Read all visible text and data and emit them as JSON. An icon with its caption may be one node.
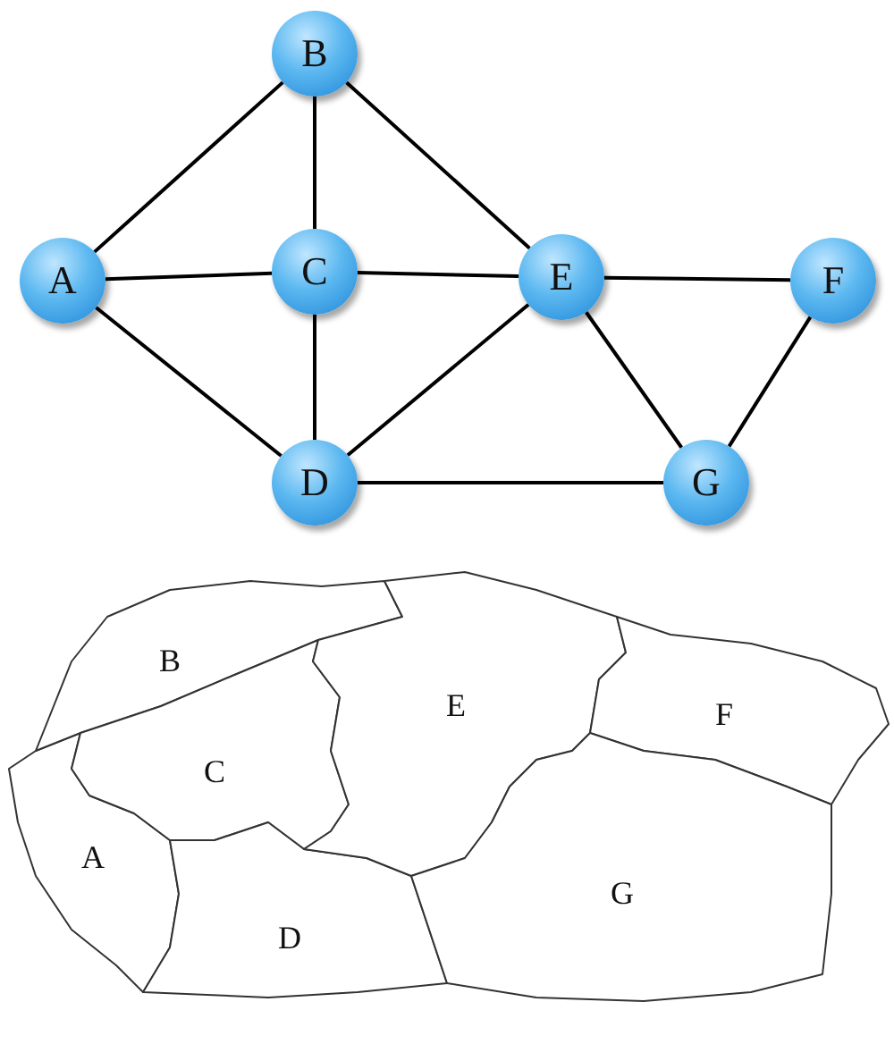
{
  "diagram": {
    "nodes": [
      {
        "text": [
          "A"
        ]
      },
      {
        "text": [
          "B"
        ]
      },
      {
        "text": [
          "C"
        ]
      },
      {
        "text": [
          "D"
        ]
      },
      {
        "text": [
          "E"
        ]
      },
      {
        "text": [
          "F"
        ]
      },
      {
        "text": [
          "G"
        ]
      },
      {
        "text": [
          "A"
        ]
      },
      {
        "text": [
          "B"
        ]
      },
      {
        "text": [
          "C"
        ]
      },
      {
        "text": [
          "D"
        ]
      },
      {
        "text": [
          "E"
        ]
      },
      {
        "text": [
          "F"
        ]
      },
      {
        "text": [
          "G"
        ]
      }
    ],
    "edges": [
      {
        "from": 0,
        "to": 1,
        "arrow": "none"
      },
      {
        "from": 0,
        "to": 2,
        "arrow": "none"
      },
      {
        "from": 0,
        "to": 3,
        "arrow": "none"
      },
      {
        "from": 1,
        "to": 2,
        "arrow": "none"
      },
      {
        "from": 1,
        "to": 4,
        "arrow": "none"
      },
      {
        "from": 2,
        "to": 4,
        "arrow": "none"
      },
      {
        "from": 2,
        "to": 3,
        "arrow": "none"
      },
      {
        "from": 3,
        "to": 4,
        "arrow": "none"
      },
      {
        "from": 3,
        "to": 6,
        "arrow": "none"
      },
      {
        "from": 4,
        "to": 5,
        "arrow": "none"
      },
      {
        "from": 4,
        "to": 6,
        "arrow": "none"
      },
      {
        "from": 5,
        "to": 6,
        "arrow": "none"
      }
    ]
  }
}
